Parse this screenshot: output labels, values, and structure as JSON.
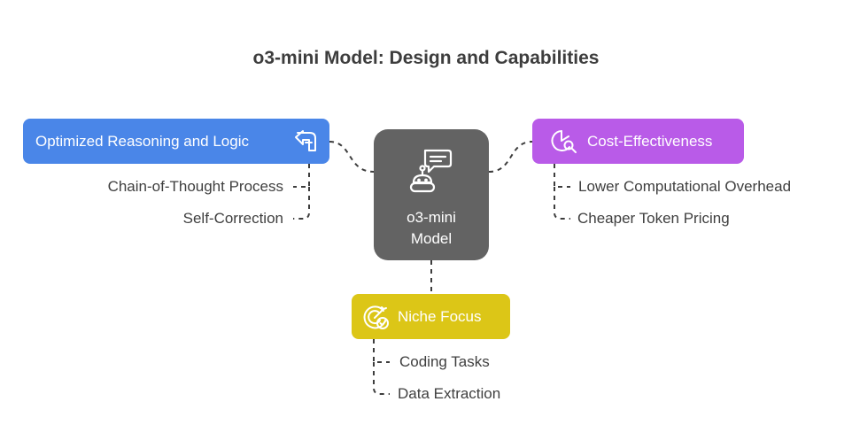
{
  "title": "o3-mini Model: Design and Capabilities",
  "center": {
    "label_line1": "o3-mini",
    "label_line2": "Model",
    "icon": "robot-chat-icon"
  },
  "branches": {
    "reasoning": {
      "label": "Optimized Reasoning and Logic",
      "icon": "turn-arrow-icon",
      "color": "#4a86e8",
      "items": [
        "Chain-of-Thought Process",
        "Self-Correction"
      ]
    },
    "cost": {
      "label": "Cost-Effectiveness",
      "icon": "chart-search-icon",
      "color": "#b95be8",
      "items": [
        "Lower Computational Overhead",
        "Cheaper Token Pricing"
      ]
    },
    "niche": {
      "label": "Niche Focus",
      "icon": "target-check-icon",
      "color": "#dcc617",
      "items": [
        "Coding Tasks",
        "Data Extraction"
      ]
    }
  },
  "colors": {
    "center": "#636363",
    "connector": "#3d3d3d",
    "text": "#3f3f3f"
  }
}
